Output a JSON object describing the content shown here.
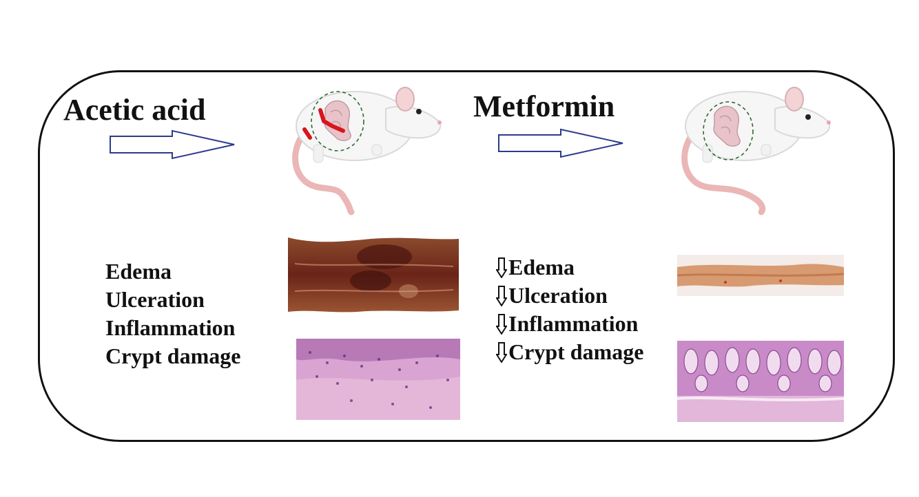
{
  "treatment_1": {
    "label": "Acetic acid",
    "effects": [
      "Edema",
      "Ulceration",
      "Inflammation",
      "Crypt damage"
    ]
  },
  "treatment_2": {
    "label": "Metformin",
    "effects": [
      "Edema",
      "Ulceration",
      "Inflammation",
      "Crypt damage"
    ],
    "effect_indicator": "down-arrow-icon"
  },
  "colors": {
    "arrow_outline": "#2b3a8c",
    "outline": "#111111",
    "rat_body": "#f6f6f6",
    "rat_tail": "#eab6b6",
    "lesion": "#d8141c",
    "colon_tissue_inflamed": "#7a2f1c",
    "colon_tissue_healthy": "#d89a70",
    "histology_stain": "#c98ac8"
  }
}
